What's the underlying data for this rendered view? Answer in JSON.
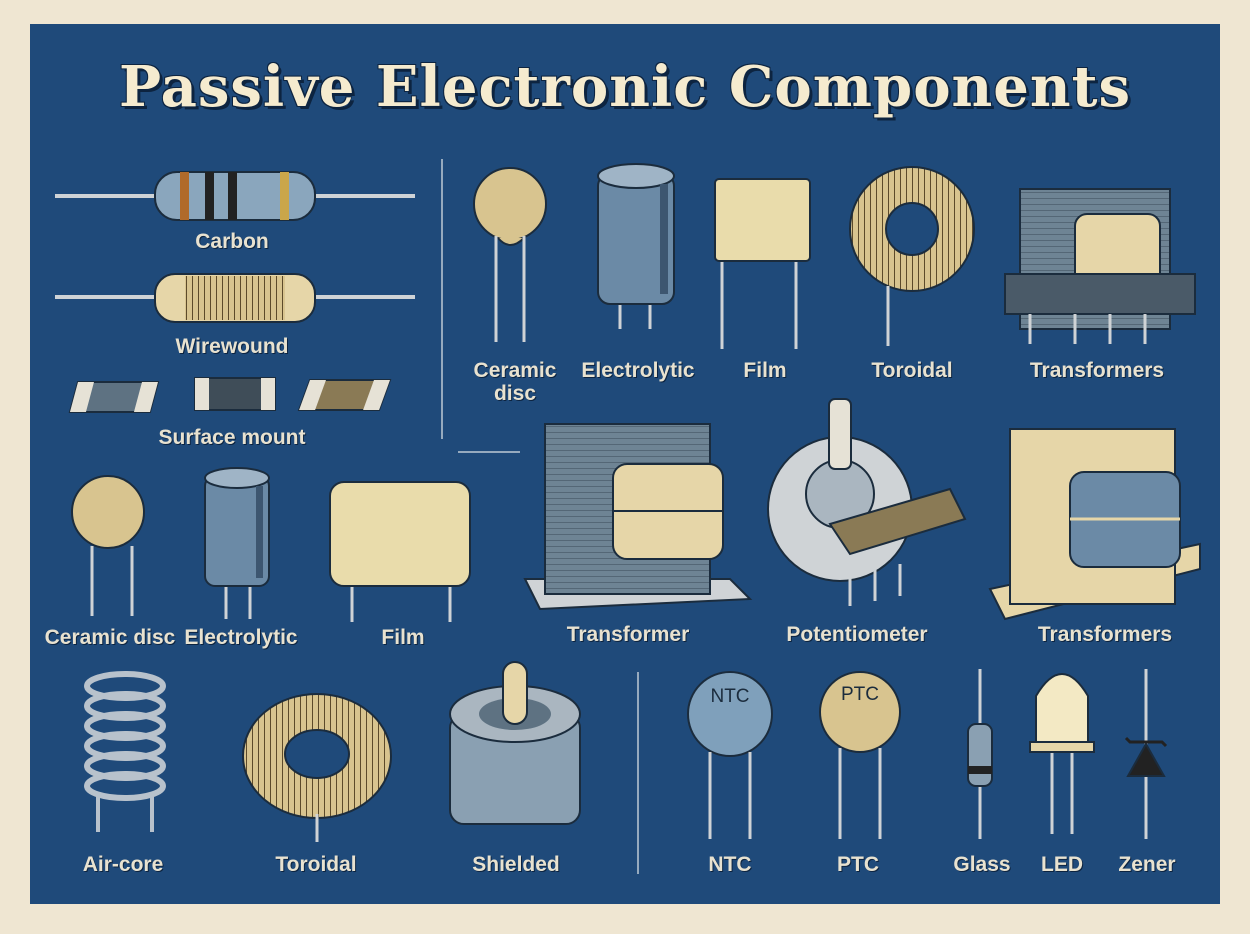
{
  "title": "Passive Electronic Components",
  "labels": {
    "carbon": "Carbon",
    "wirewound": "Wirewound",
    "surface_mount": "Surface mount",
    "ceramic_disc_top": "Ceramic disc",
    "electrolytic_top": "Electrolytic",
    "film_top": "Film",
    "toroidal_top": "Toroidal",
    "transformers_top": "Transformers",
    "ceramic_disc_mid": "Ceramic disc",
    "electrolytic_mid": "Electrolytic",
    "film_mid": "Film",
    "transformer_mid": "Transformer",
    "potentiometer": "Potentiometer",
    "transformers_mid": "Transformers",
    "air_core": "Air-core",
    "toroidal_bottom": "Toroidal",
    "shielded": "Shielded",
    "ntc": "NTC",
    "ptc": "PTC",
    "glass": "Glass",
    "led": "LED",
    "zener": "Zener"
  },
  "markings": {
    "ntc": "NTC",
    "ptc": "PTC"
  },
  "colors": {
    "background": "#1f4a7a",
    "border": "#efe6d2",
    "text": "#e8e2d0",
    "tan": "#d8c48f",
    "metal": "#8aa0b2"
  }
}
